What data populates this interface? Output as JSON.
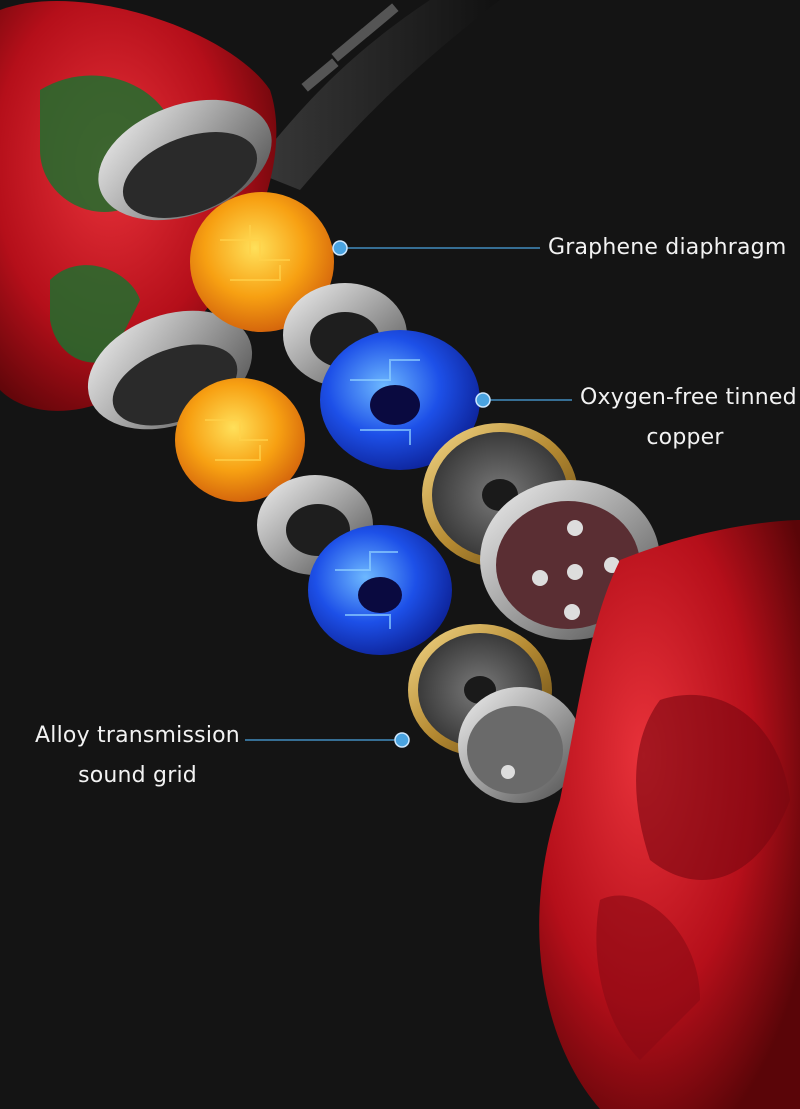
{
  "callouts": {
    "graphene": {
      "line1": "Graphene diaphragm"
    },
    "oxygen_free": {
      "line1": "Oxygen-free tinned",
      "line2": "copper"
    },
    "alloy": {
      "line1": "Alloy transmission",
      "line2": "sound grid"
    }
  },
  "colors": {
    "background": "#141414",
    "shell_red": "#c0121e",
    "diaphragm_orange": "#f08a10",
    "copper_blue": "#1a4fe0",
    "metal": "#b8b8b8",
    "callout": "#4aa3e0"
  }
}
